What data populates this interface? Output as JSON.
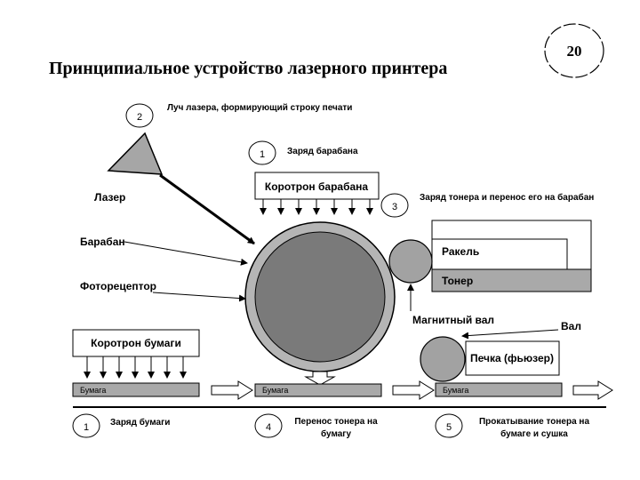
{
  "page_number": "20",
  "title": "Принципиальное устройство лазерного принтера",
  "labels": {
    "laser_beam": "Луч лазера, формирующий строку печати",
    "drum_charge": "Заряд барабана",
    "drum_corotron": "Коротрон барабана",
    "toner_charge": "Заряд тонера и перенос его на барабан",
    "laser": "Лазер",
    "drum": "Барабан",
    "photoreceptor": "Фоторецептор",
    "doctor_blade": "Ракель",
    "toner": "Тонер",
    "magnetic_roller": "Магнитный вал",
    "roller": "Вал",
    "paper_corotron": "Коротрон бумаги",
    "fuser": "Печка (фьюзер)",
    "paper_1": "Бумага",
    "paper_2": "Бумага",
    "paper_3": "Бумага"
  },
  "steps": [
    {
      "number": "1",
      "text": "Заряд бумаги"
    },
    {
      "number": "2",
      "text": ""
    },
    {
      "number": "3",
      "text": ""
    },
    {
      "number": "4",
      "text": "Перенос тонера на бумагу"
    },
    {
      "number": "5",
      "text": "Прокатывание тонера на бумаге и сушка"
    }
  ],
  "markers": {
    "beam": "2",
    "drum_charge": "1",
    "toner_charge": "3",
    "paper_charge": "1",
    "transfer": "4",
    "fusing": "5"
  },
  "colors": {
    "drum_fill": "#7a7a7a",
    "drum_ring": "#b5b5b5",
    "roller_fill": "#a2a2a2",
    "bar_fill": "#a9a9a9",
    "toner_fill": "#a9a9a9",
    "laser_fill": "#a6a6a6"
  }
}
